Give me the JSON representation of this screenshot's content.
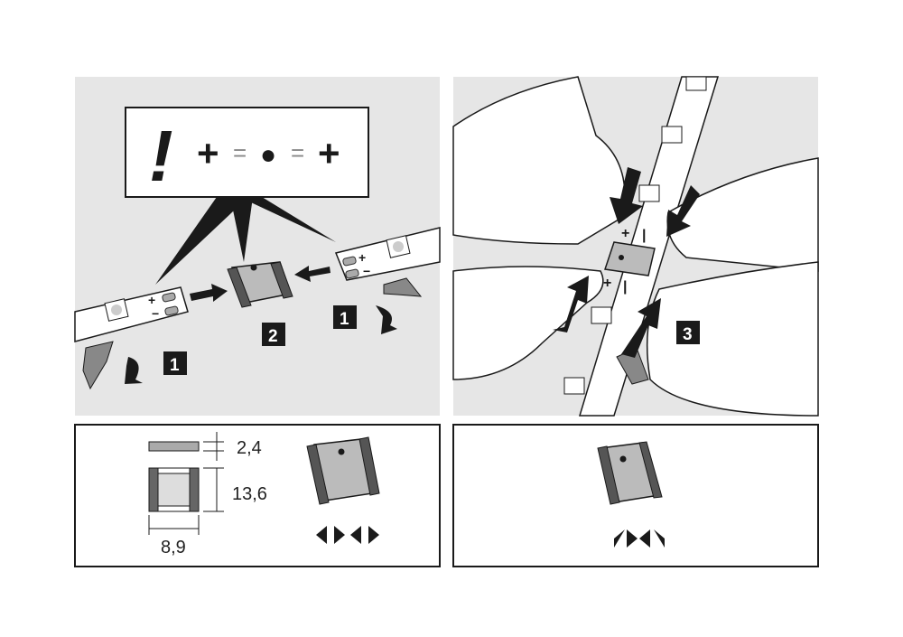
{
  "panel_assembly": {
    "warning": {
      "exclamation": "!",
      "plus_left": "+",
      "equals_left": "=",
      "dot": "●",
      "equals_right": "=",
      "plus_right": "+"
    },
    "steps": {
      "peel_left": "1",
      "insert": "2",
      "peel_right": "1"
    },
    "strip_left": {
      "plus": "+",
      "minus": "−"
    },
    "strip_right": {
      "plus": "+",
      "minus": "−"
    }
  },
  "panel_press": {
    "step": "3",
    "plus": "+",
    "minus": "|",
    "plus_lower": "+",
    "minus_lower": "|"
  },
  "panel_dimensions": {
    "height": "2,4",
    "length": "13,6",
    "width": "8,9"
  },
  "colors": {
    "panel_bg": "#e6e6e6",
    "ink": "#1a1a1a",
    "connector": "#b8b8b8",
    "dark": "#555555"
  }
}
